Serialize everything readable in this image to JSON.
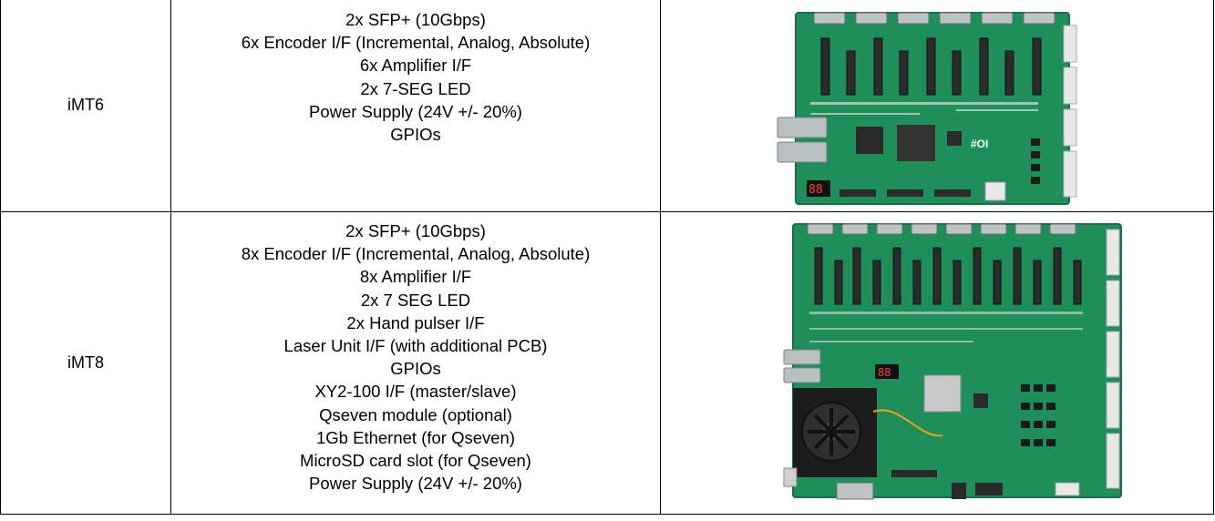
{
  "rows": [
    {
      "model": "iMT6",
      "features": [
        "2x SFP+ (10Gbps)",
        "6x Encoder I/F (Incremental, Analog, Absolute)",
        "6x Amplifier I/F",
        "2x 7-SEG LED",
        "Power Supply (24V +/- 20%)",
        "GPIOs"
      ],
      "photo": {
        "led_digits": "88",
        "silkscreen": "#OI"
      }
    },
    {
      "model": "iMT8",
      "features": [
        "2x SFP+ (10Gbps)",
        "8x Encoder I/F (Incremental, Analog, Absolute)",
        "8x Amplifier I/F",
        "2x 7 SEG LED",
        "2x Hand pulser I/F",
        "Laser Unit I/F (with additional PCB)",
        "GPIOs",
        "XY2-100 I/F (master/slave)",
        "Qseven module (optional)",
        "1Gb Ethernet (for Qseven)",
        "MicroSD card slot (for Qseven)",
        "Power Supply (24V +/- 20%)"
      ],
      "photo": {
        "led_digits": "88"
      }
    }
  ],
  "colors": {
    "pcb_green": "#1f8f5a",
    "pcb_dark": "#167048",
    "connector": "#e8e8e8",
    "chip": "#2a2a2a"
  }
}
